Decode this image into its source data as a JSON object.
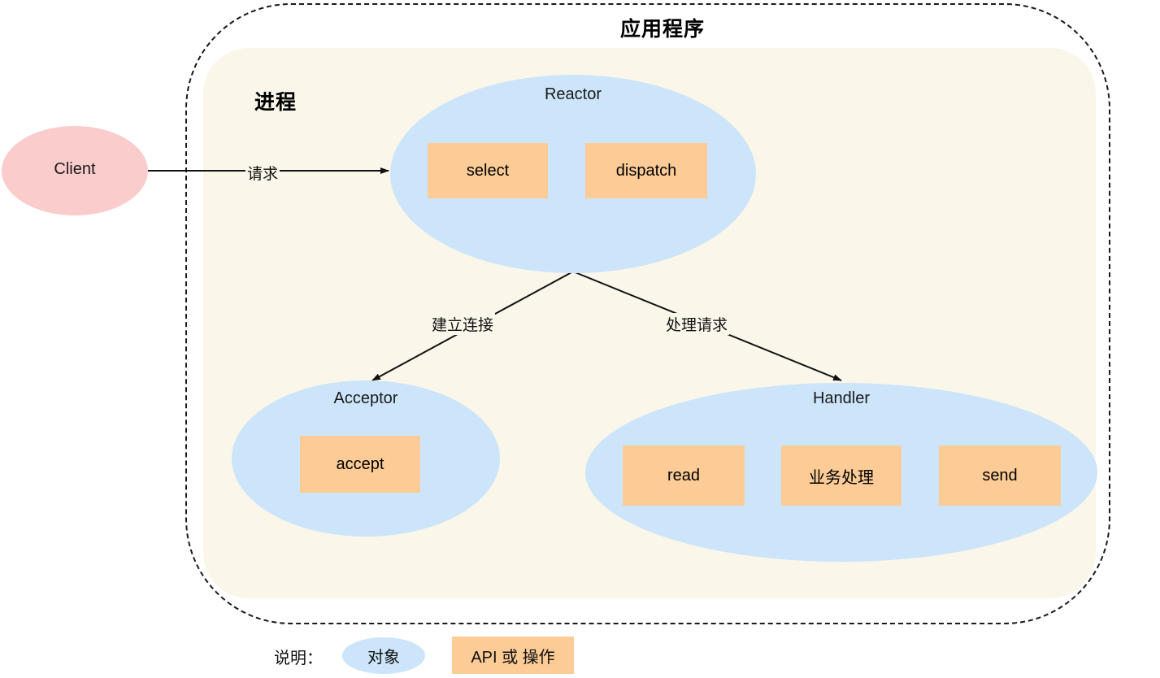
{
  "diagram": {
    "title": "应用程序",
    "process_label": "进程",
    "client": {
      "label": "Client"
    },
    "objects": [
      {
        "name": "Reactor",
        "label": "Reactor"
      },
      {
        "name": "Acceptor",
        "label": "Acceptor"
      },
      {
        "name": "Handler",
        "label": "Handler"
      }
    ],
    "operations": {
      "select": "select",
      "dispatch": "dispatch",
      "accept": "accept",
      "read": "read",
      "business": "业务处理",
      "send": "send"
    },
    "edges": {
      "request": "请求",
      "establish_connection": "建立连接",
      "handle_request": "处理请求"
    },
    "legend": {
      "caption": "说明：",
      "object_label": "对象",
      "operation_label": "API 或 操作"
    },
    "colors": {
      "object_fill": "#CCE5FA",
      "client_fill": "#FACCCC",
      "operation_fill": "#FCCB96",
      "process_fill": "#FAF6E9",
      "boundary_stroke": "#1A1A1A",
      "page_background": "#FFFFFF"
    }
  }
}
